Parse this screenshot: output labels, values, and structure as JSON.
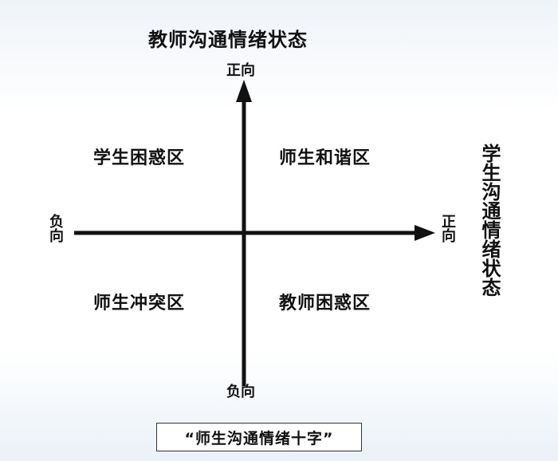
{
  "diagram": {
    "title_top": "教师沟通情绪状态",
    "title_right": "学生沟通情绪状态",
    "y_axis": {
      "positive": "正向",
      "negative": "负向"
    },
    "x_axis": {
      "positive": "正向",
      "negative": "负向"
    },
    "quadrants": {
      "top_left": "学生困惑区",
      "top_right": "师生和谐区",
      "bottom_left": "师生冲突区",
      "bottom_right": "教师困惑区"
    },
    "caption": "“师生沟通情绪十字”",
    "colors": {
      "axis": "#111111",
      "text": "#111111",
      "background_tint": "#eaf1f7"
    }
  }
}
